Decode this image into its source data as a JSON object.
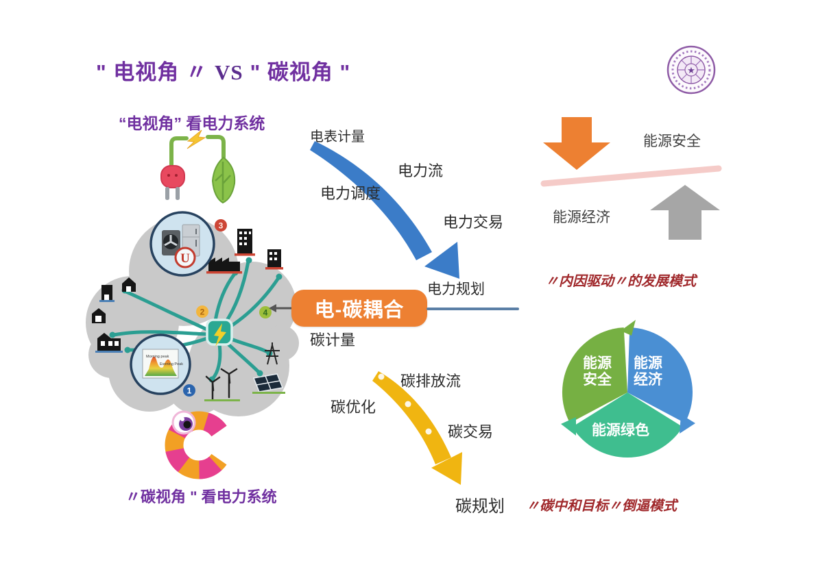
{
  "title": {
    "left": "\" 电视角 〃",
    "vs": "VS",
    "right": "\" 碳视角 \""
  },
  "left_panel": {
    "caption_top": "“电视角” 看电力系统",
    "caption_bottom": "〃碳视角 \" 看电力系统",
    "badge_1": "1",
    "badge_2": "2",
    "badge_3": "3",
    "badge_4": "4",
    "appliance_logo": "U",
    "chart_morning": "Morning peak",
    "chart_evening": "Evening Peak"
  },
  "electric_flow": {
    "meter": "电表计量",
    "flow": "电力流",
    "dispatch": "电力调度",
    "trade": "电力交易",
    "planning": "电力规划"
  },
  "coupling": {
    "label": "电-碳耦合"
  },
  "carbon_flow": {
    "meter": "碳计量",
    "emission_flow": "碳排放流",
    "optimize": "碳优化",
    "trade": "碳交易",
    "planning": "碳规划"
  },
  "right_top": {
    "security": "能源安全",
    "economy": "能源经济",
    "caption": "〃内因驱动〃的发展模式"
  },
  "right_bottom": {
    "seg_security": "能源安全",
    "seg_economy": "能源经济",
    "seg_green": "能源绿色",
    "caption": "〃碳中和目标〃倒逼模式"
  },
  "colors": {
    "purple": "#7030A0",
    "dark_red": "#A0282B",
    "blue_arrow": "#3B7CC8",
    "yellow_arrow": "#F0B511",
    "orange": "#ED8032",
    "gray_arrow": "#A6A6A6",
    "pink_line": "#F5CBC8",
    "teal_line": "#2B9E92",
    "cloud_gray": "#C9C9C9",
    "cycle_green": "#76B043",
    "cycle_blue": "#4A8FD3",
    "cycle_teal": "#3FBE8F"
  }
}
